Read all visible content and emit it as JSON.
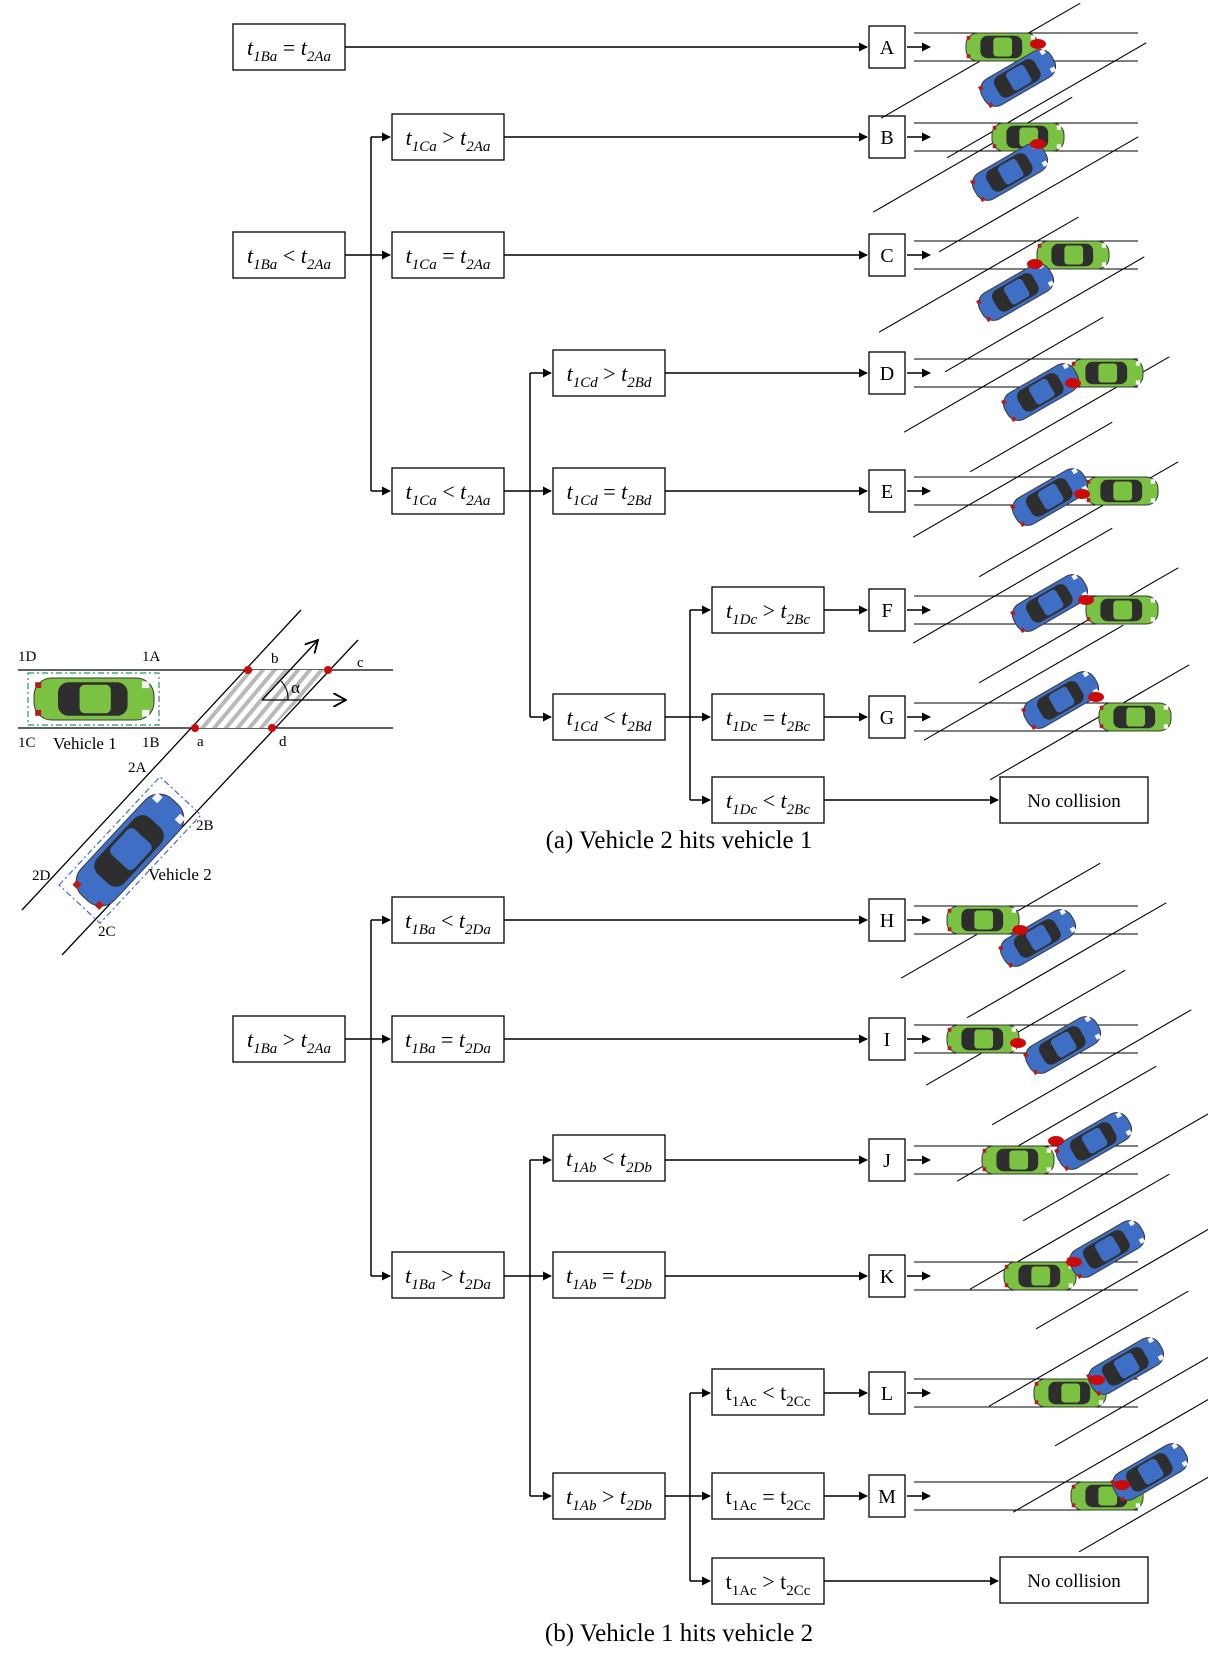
{
  "sections": [
    {
      "caption": "(a) Vehicle 2 hits vehicle 1",
      "conditions": [
        {
          "id": "a_root1",
          "t1": "t",
          "s1": "1Ba",
          "op": "=",
          "t2": "t",
          "s2": "2Aa",
          "italic": true
        },
        {
          "id": "a_root2",
          "t1": "t",
          "s1": "1Ba",
          "op": "<",
          "t2": "t",
          "s2": "2Aa",
          "italic": true
        },
        {
          "id": "a_c1",
          "t1": "t",
          "s1": "1Ca",
          "op": ">",
          "t2": "t",
          "s2": "2Aa",
          "italic": true
        },
        {
          "id": "a_c2",
          "t1": "t",
          "s1": "1Ca",
          "op": "=",
          "t2": "t",
          "s2": "2Aa",
          "italic": true
        },
        {
          "id": "a_c3",
          "t1": "t",
          "s1": "1Ca",
          "op": "<",
          "t2": "t",
          "s2": "2Aa",
          "italic": true
        },
        {
          "id": "a_d1",
          "t1": "t",
          "s1": "1Cd",
          "op": ">",
          "t2": "t",
          "s2": "2Bd",
          "italic": true
        },
        {
          "id": "a_d2",
          "t1": "t",
          "s1": "1Cd",
          "op": "=",
          "t2": "t",
          "s2": "2Bd",
          "italic": true
        },
        {
          "id": "a_d3",
          "t1": "t",
          "s1": "1Cd",
          "op": "<",
          "t2": "t",
          "s2": "2Bd",
          "italic": true
        },
        {
          "id": "a_e1",
          "t1": "t",
          "s1": "1Dc",
          "op": ">",
          "t2": "t",
          "s2": "2Bc",
          "italic": true
        },
        {
          "id": "a_e2",
          "t1": "t",
          "s1": "1Dc",
          "op": "=",
          "t2": "t",
          "s2": "2Bc",
          "italic": true
        },
        {
          "id": "a_e3",
          "t1": "t",
          "s1": "1Dc",
          "op": "<",
          "t2": "t",
          "s2": "2Bc",
          "italic": true
        }
      ],
      "outcomes": [
        "A",
        "B",
        "C",
        "D",
        "E",
        "F",
        "G"
      ],
      "no_collision": "No collision"
    },
    {
      "caption": "(b) Vehicle 1 hits vehicle 2",
      "conditions": [
        {
          "id": "b_root",
          "t1": "t",
          "s1": "1Ba",
          "op": ">",
          "t2": "t",
          "s2": "2Aa",
          "italic": true
        },
        {
          "id": "b_c1",
          "t1": "t",
          "s1": "1Ba",
          "op": "<",
          "t2": "t",
          "s2": "2Da",
          "italic": true
        },
        {
          "id": "b_c2",
          "t1": "t",
          "s1": "1Ba",
          "op": "=",
          "t2": "t",
          "s2": "2Da",
          "italic": true
        },
        {
          "id": "b_c3",
          "t1": "t",
          "s1": "1Ba",
          "op": ">",
          "t2": "t",
          "s2": "2Da",
          "italic": true
        },
        {
          "id": "b_d1",
          "t1": "t",
          "s1": "1Ab",
          "op": "<",
          "t2": "t",
          "s2": "2Db",
          "italic": true
        },
        {
          "id": "b_d2",
          "t1": "t",
          "s1": "1Ab",
          "op": "=",
          "t2": "t",
          "s2": "2Db",
          "italic": true
        },
        {
          "id": "b_d3",
          "t1": "t",
          "s1": "1Ab",
          "op": ">",
          "t2": "t",
          "s2": "2Db",
          "italic": true
        },
        {
          "id": "b_e1",
          "t1": "t",
          "s1": "1Ac",
          "op": "<",
          "t2": "t",
          "s2": "2Cc",
          "italic": false
        },
        {
          "id": "b_e2",
          "t1": "t",
          "s1": "1Ac",
          "op": "=",
          "t2": "t",
          "s2": "2Cc",
          "italic": false
        },
        {
          "id": "b_e3",
          "t1": "t",
          "s1": "1Ac",
          "op": ">",
          "t2": "t",
          "s2": "2Cc",
          "italic": false
        }
      ],
      "outcomes": [
        "H",
        "I",
        "J",
        "K",
        "L",
        "M"
      ],
      "no_collision": "No collision"
    }
  ],
  "schematic": {
    "corner_labels": [
      "1D",
      "1A",
      "1C",
      "1B",
      "2A",
      "2B",
      "2D",
      "2C"
    ],
    "point_labels": [
      "a",
      "b",
      "c",
      "d"
    ],
    "angle_label": "α",
    "vehicle1_label": "Vehicle 1",
    "vehicle2_label": "Vehicle 2"
  },
  "colors": {
    "vehicle1": "#7cc242",
    "vehicle2": "#3f6fc4",
    "collision": "#cc0a0a",
    "window": "#2b2b2b",
    "bbox_green": "#1f9a5a",
    "bbox_blue": "#3c6cd0"
  }
}
